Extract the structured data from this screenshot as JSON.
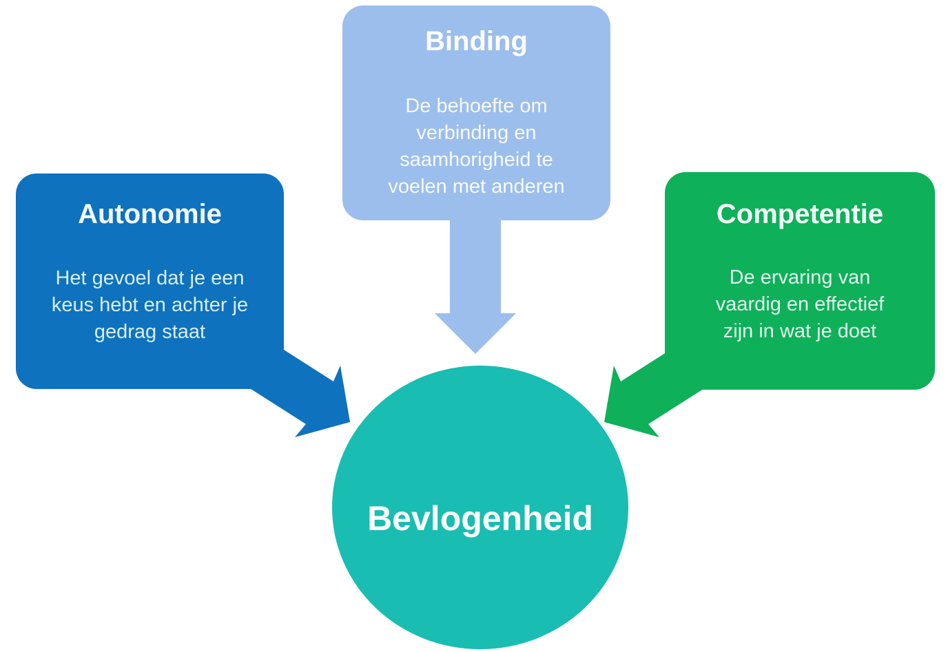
{
  "diagram": {
    "center": {
      "label": "Bevlogenheid"
    },
    "boxes": {
      "autonomie": {
        "title": "Autonomie",
        "lines": [
          "Het gevoel dat je een",
          "keus hebt en achter je",
          "gedrag staat"
        ]
      },
      "binding": {
        "title": "Binding",
        "lines": [
          "De behoefte om",
          "verbinding en",
          "saamhorigheid te",
          "voelen met anderen"
        ]
      },
      "competentie": {
        "title": "Competentie",
        "lines": [
          "De ervaring van",
          "vaardig en effectief",
          "zijn in wat je doet"
        ]
      }
    },
    "colors": {
      "autonomie": "#0E72BE",
      "binding": "#9CBEEC",
      "competentie": "#0EB05A",
      "bevlogenheid_circle": "#19BDB1",
      "background": "#FFFFFF",
      "text": "#FFFFFF"
    }
  }
}
